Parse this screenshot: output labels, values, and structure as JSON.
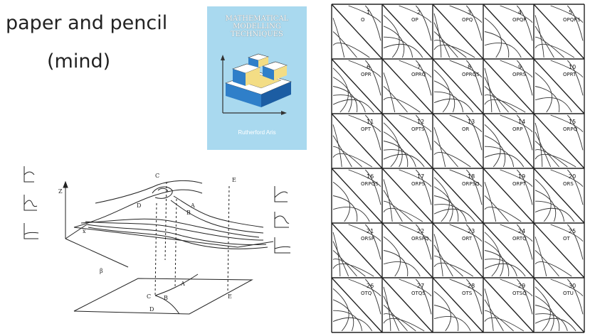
{
  "captions": {
    "line1": "paper and pencil",
    "line2": "(mind)"
  },
  "book": {
    "title_lines": [
      "MATHEMATICAL",
      "MODELLING",
      "TECHNIQUES"
    ],
    "author": "Rutherford Aris",
    "colors": {
      "background": "#a9d9ef",
      "face": "#ffffff",
      "accent": "#f3dd85",
      "side": "#2f7fc9"
    }
  },
  "diagram": {
    "labels": [
      "C",
      "E",
      "D",
      "A",
      "B",
      "Z",
      "β",
      "x",
      "C",
      "A",
      "B",
      "D",
      "E"
    ]
  },
  "phase_grid": {
    "rows": 6,
    "cols": 5,
    "cells": [
      {
        "num": "1",
        "code": "O"
      },
      {
        "num": "2",
        "code": "OP"
      },
      {
        "num": "3",
        "code": "OPQ"
      },
      {
        "num": "4",
        "code": "OPQR"
      },
      {
        "num": "5",
        "code": "OPQRS"
      },
      {
        "num": "6",
        "code": "OPR"
      },
      {
        "num": "7",
        "code": "OPRQ"
      },
      {
        "num": "8",
        "code": "OPRQS"
      },
      {
        "num": "9",
        "code": "OPRS"
      },
      {
        "num": "10",
        "code": "OPRT"
      },
      {
        "num": "11",
        "code": "OPT"
      },
      {
        "num": "12",
        "code": "OPTS"
      },
      {
        "num": "13",
        "code": "OR"
      },
      {
        "num": "14",
        "code": "ORP"
      },
      {
        "num": "15",
        "code": "ORPQ"
      },
      {
        "num": "16",
        "code": "ORPQS"
      },
      {
        "num": "17",
        "code": "ORPS"
      },
      {
        "num": "18",
        "code": "ORPSQ"
      },
      {
        "num": "19",
        "code": "ORPT"
      },
      {
        "num": "20",
        "code": "ORS"
      },
      {
        "num": "21",
        "code": "ORSP"
      },
      {
        "num": "22",
        "code": "ORSPQ"
      },
      {
        "num": "23",
        "code": "ORT"
      },
      {
        "num": "24",
        "code": "ORTQ"
      },
      {
        "num": "25",
        "code": "OT"
      },
      {
        "num": "26",
        "code": "OTQ"
      },
      {
        "num": "27",
        "code": "OTQS"
      },
      {
        "num": "28",
        "code": "OTS"
      },
      {
        "num": "29",
        "code": "OTSQ"
      },
      {
        "num": "30",
        "code": "OTU"
      }
    ]
  }
}
